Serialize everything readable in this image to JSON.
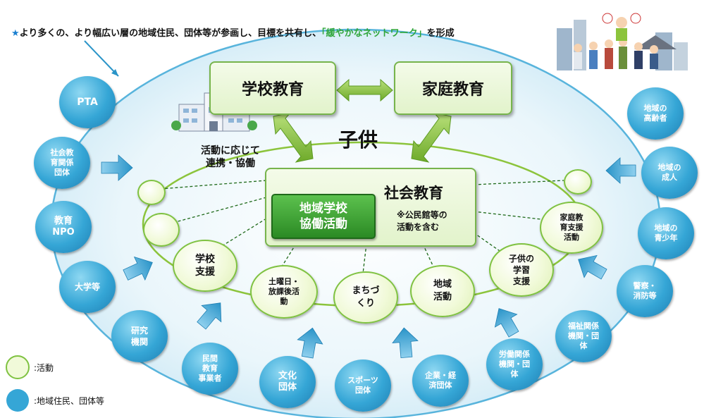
{
  "header": {
    "mark": "★",
    "text_before": "より多くの、より幅広い層の地域住民、団体等が参画し、目標を共有し、",
    "highlight": "「緩やかなネットワーク」",
    "text_after": "を形成"
  },
  "center": {
    "school_education": "学校教育",
    "home_education": "家庭教育",
    "kodomo": "子供",
    "renkei_line1": "活動に応じて",
    "renkei_line2": "連携・協働",
    "social_education": "社会教育",
    "social_note_line1": "※公民館等の",
    "social_note_line2": "活動を含む",
    "chiiki_line1": "地域学校",
    "chiiki_line2": "協働活動"
  },
  "activities": {
    "gakko_shien": [
      "学校",
      "支援"
    ],
    "donichi": [
      "土曜日・",
      "放課後活",
      "動"
    ],
    "machizukuri": [
      "まちづ",
      "くり"
    ],
    "chiiki_katsudo": [
      "地域",
      "活動"
    ],
    "kodomo_gakushu": [
      "子供の",
      "学習",
      "支援"
    ],
    "katei_shien": [
      "家庭教",
      "育支援",
      "活動"
    ]
  },
  "organizations": {
    "pta": [
      "PTA"
    ],
    "shakai_kyoiku": [
      "社会教",
      "育関係",
      "団体"
    ],
    "npo": [
      "教育",
      "NPO"
    ],
    "daigaku": [
      "大学等"
    ],
    "kenkyu": [
      "研究",
      "機関"
    ],
    "minkan": [
      "民間",
      "教育",
      "事業者"
    ],
    "bunka": [
      "文化",
      "団体"
    ],
    "sports": [
      "スポーツ",
      "団体"
    ],
    "kigyo": [
      "企業・経",
      "済団体"
    ],
    "rodo": [
      "労働関係",
      "機関・団",
      "体"
    ],
    "fukushi": [
      "福祉関係",
      "機関・団",
      "体"
    ],
    "keisatsu": [
      "警察・",
      "消防等"
    ],
    "seishonen": [
      "地域の",
      "青少年"
    ],
    "seijin": [
      "地域の",
      "成人"
    ],
    "koreisha": [
      "地域の",
      "高齢者"
    ]
  },
  "legend": {
    "activity_label": ":活動",
    "org_label": ":地域住民、団体等"
  },
  "colors": {
    "activity_fill": "#f1fad9",
    "activity_border": "#7fc241",
    "org_fill": "#35a6d6",
    "box_border": "#77b44c",
    "chiiki_fill": "#2b8a24",
    "arrow_blue": "#3aa4d4",
    "arrow_green": "#8cc43c",
    "highlight": "#2fa63a"
  }
}
